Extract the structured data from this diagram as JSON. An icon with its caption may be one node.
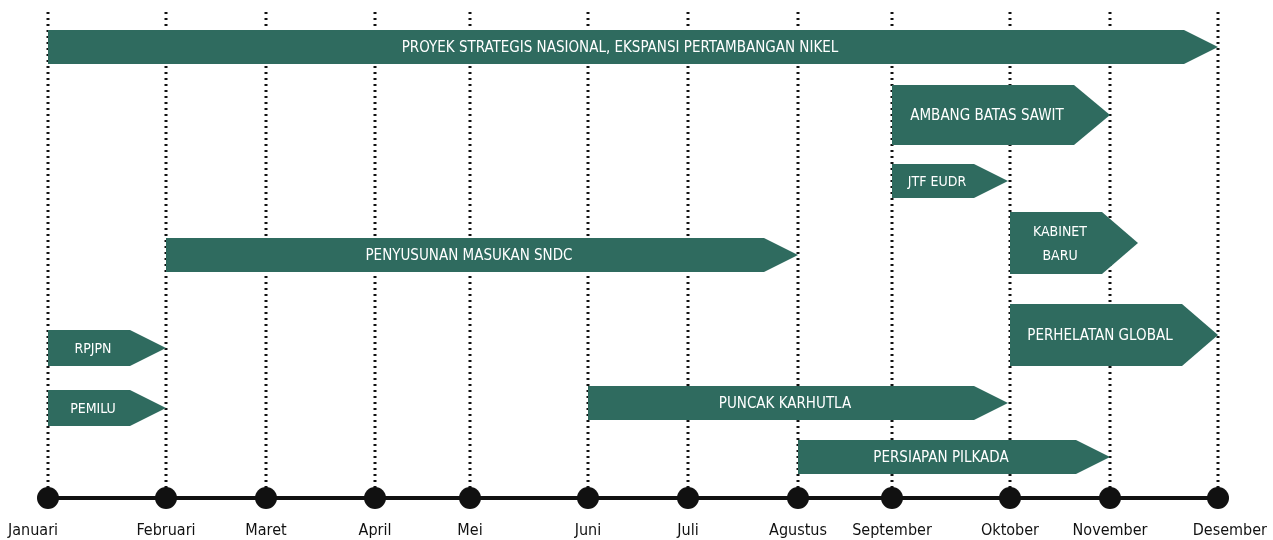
{
  "diagram": {
    "nodes": [
      {
        "text": [
          "PROYEK STRATEGIS NASIONAL, EKSPANSI PERTAMBANGAN NIKEL"
        ]
      },
      {
        "text": [
          "AMBANG BATAS SAWIT"
        ]
      },
      {
        "text": [
          "JTF EUDR"
        ]
      },
      {
        "text": [
          "KABINET BARU"
        ]
      },
      {
        "text": [
          "PENYUSUNAN MASUKAN SNDC"
        ]
      },
      {
        "text": [
          "PERHELATAN GLOBAL"
        ]
      },
      {
        "text": [
          "RPJPN"
        ]
      },
      {
        "text": [
          "PUNCAK KARHUTLA"
        ]
      },
      {
        "text": [
          "PEMILU"
        ]
      },
      {
        "text": [
          "PERSIAPAN PILKADA"
        ]
      }
    ],
    "edges": [],
    "labels": [
      "Januari",
      "Februari",
      "Maret",
      "April",
      "Mei",
      "Juni",
      "Juli",
      "Agustus",
      "September",
      "Oktober",
      "November",
      "Desember"
    ]
  }
}
